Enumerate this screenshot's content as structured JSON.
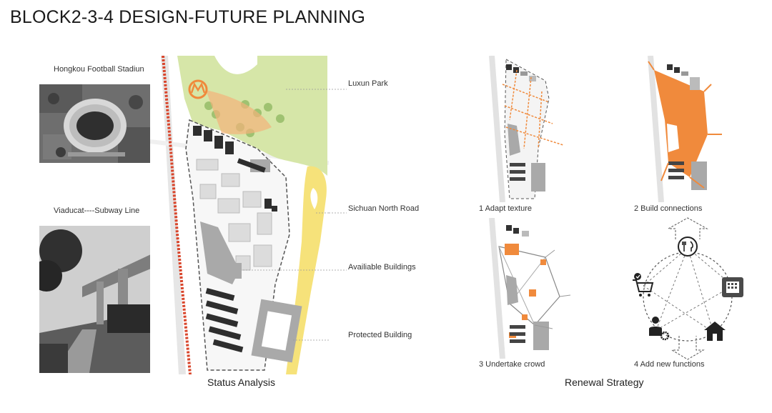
{
  "title": "BLOCK2-3-4 DESIGN-FUTURE PLANNING",
  "photos": {
    "stadium_label": "Hongkou Football Stadiun",
    "viaduct_label": "Viaducat----Subway Line"
  },
  "status": {
    "caption": "Status Analysis",
    "labels": {
      "park": "Luxun Park",
      "road": "Sichuan North Road",
      "available": "Availiable Buildings",
      "protected": "Protected Building"
    }
  },
  "renewal": {
    "caption": "Renewal Strategy",
    "steps": [
      {
        "label": "1 Adapt texture"
      },
      {
        "label": "2 Build connections"
      },
      {
        "label": "3 Undertake crowd"
      },
      {
        "label": "4 Add new functions"
      }
    ]
  },
  "colors": {
    "park_green": "#d6e6a8",
    "road_yellow": "#f6e27a",
    "accent_orange": "#f08a3c",
    "rail_red": "#d9452b",
    "building_dark": "#2e2e2e",
    "building_gray": "#a9a9a9"
  },
  "icons": [
    "metro-icon",
    "dining-icon",
    "shopping-cart-icon",
    "office-building-icon",
    "home-icon",
    "worker-gear-icon"
  ]
}
